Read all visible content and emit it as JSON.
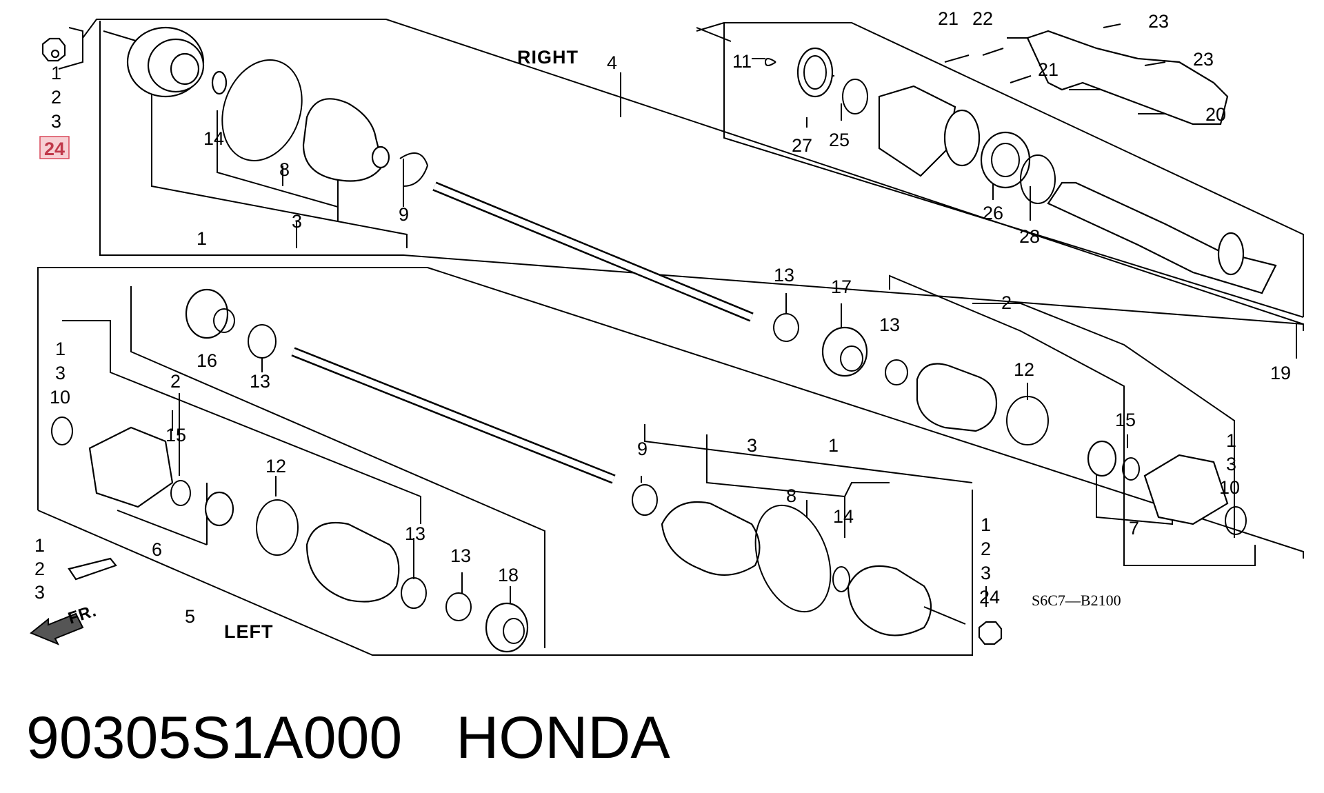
{
  "section_labels": {
    "right": "RIGHT",
    "left": "LEFT",
    "front_arrow": "FR."
  },
  "drawing_code": "S6C7—B2100",
  "highlighted_callout": "24",
  "callouts": {
    "c_tl1": "1",
    "c_tl2": "2",
    "c_tl3": "3",
    "c_tl24": "24",
    "c_4": "4",
    "c_14a": "14",
    "c_8a": "8",
    "c_3a": "3",
    "c_9a": "9",
    "c_1a": "1",
    "c_11": "11",
    "c_27": "27",
    "c_25": "25",
    "c_21a": "21",
    "c_22": "22",
    "c_21b": "21",
    "c_23a": "23",
    "c_23b": "23",
    "c_20": "20",
    "c_26": "26",
    "c_28": "28",
    "c_19": "19",
    "c_13a": "13",
    "c_17": "17",
    "c_13b": "13",
    "c_2a": "2",
    "c_12a": "12",
    "c_15a": "15",
    "c_1b": "1",
    "c_3b": "3",
    "c_10a": "10",
    "c_7": "7",
    "c_16": "16",
    "c_13c": "13",
    "c_1c": "1",
    "c_3c": "3",
    "c_10b": "10",
    "c_2b": "2",
    "c_15b": "15",
    "c_6": "6",
    "c_12b": "12",
    "c_13d": "13",
    "c_13e": "13",
    "c_18": "18",
    "c_1d": "1",
    "c_2c": "2",
    "c_3d": "3",
    "c_5": "5",
    "c_9b": "9",
    "c_3e": "3",
    "c_1e": "1",
    "c_8b": "8",
    "c_14b": "14",
    "c_1f": "1",
    "c_2d": "2",
    "c_3f": "3",
    "c_24b": "24"
  },
  "footer": {
    "part_number": "90305S1A000",
    "brand": "HONDA"
  }
}
